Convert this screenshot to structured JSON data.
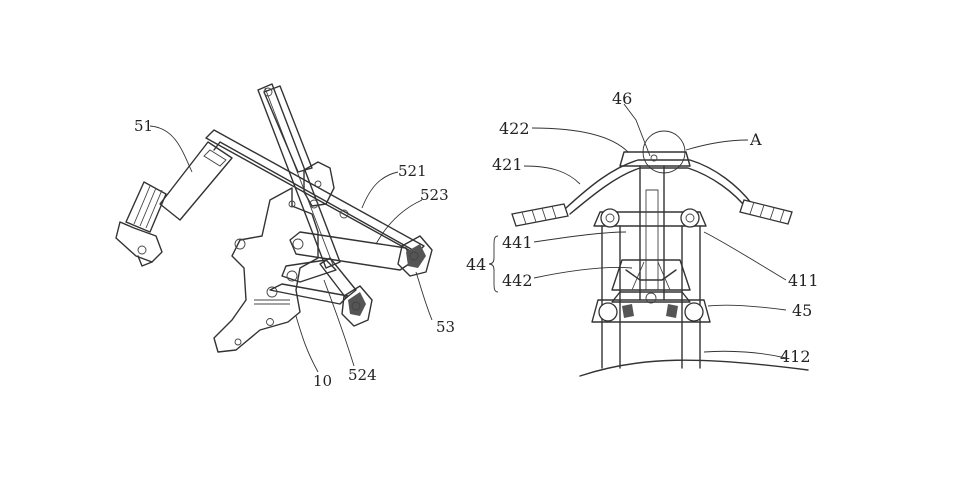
{
  "figure": {
    "left_labels": {
      "l51": "51",
      "l521": "521",
      "l523": "523",
      "l53": "53",
      "l524": "524",
      "l10": "10"
    },
    "right_labels": {
      "l46": "46",
      "l422": "422",
      "lA": "A",
      "l421": "421",
      "l441": "441",
      "l44": "44",
      "l442": "442",
      "l411": "411",
      "l45": "45",
      "l412": "412"
    }
  }
}
